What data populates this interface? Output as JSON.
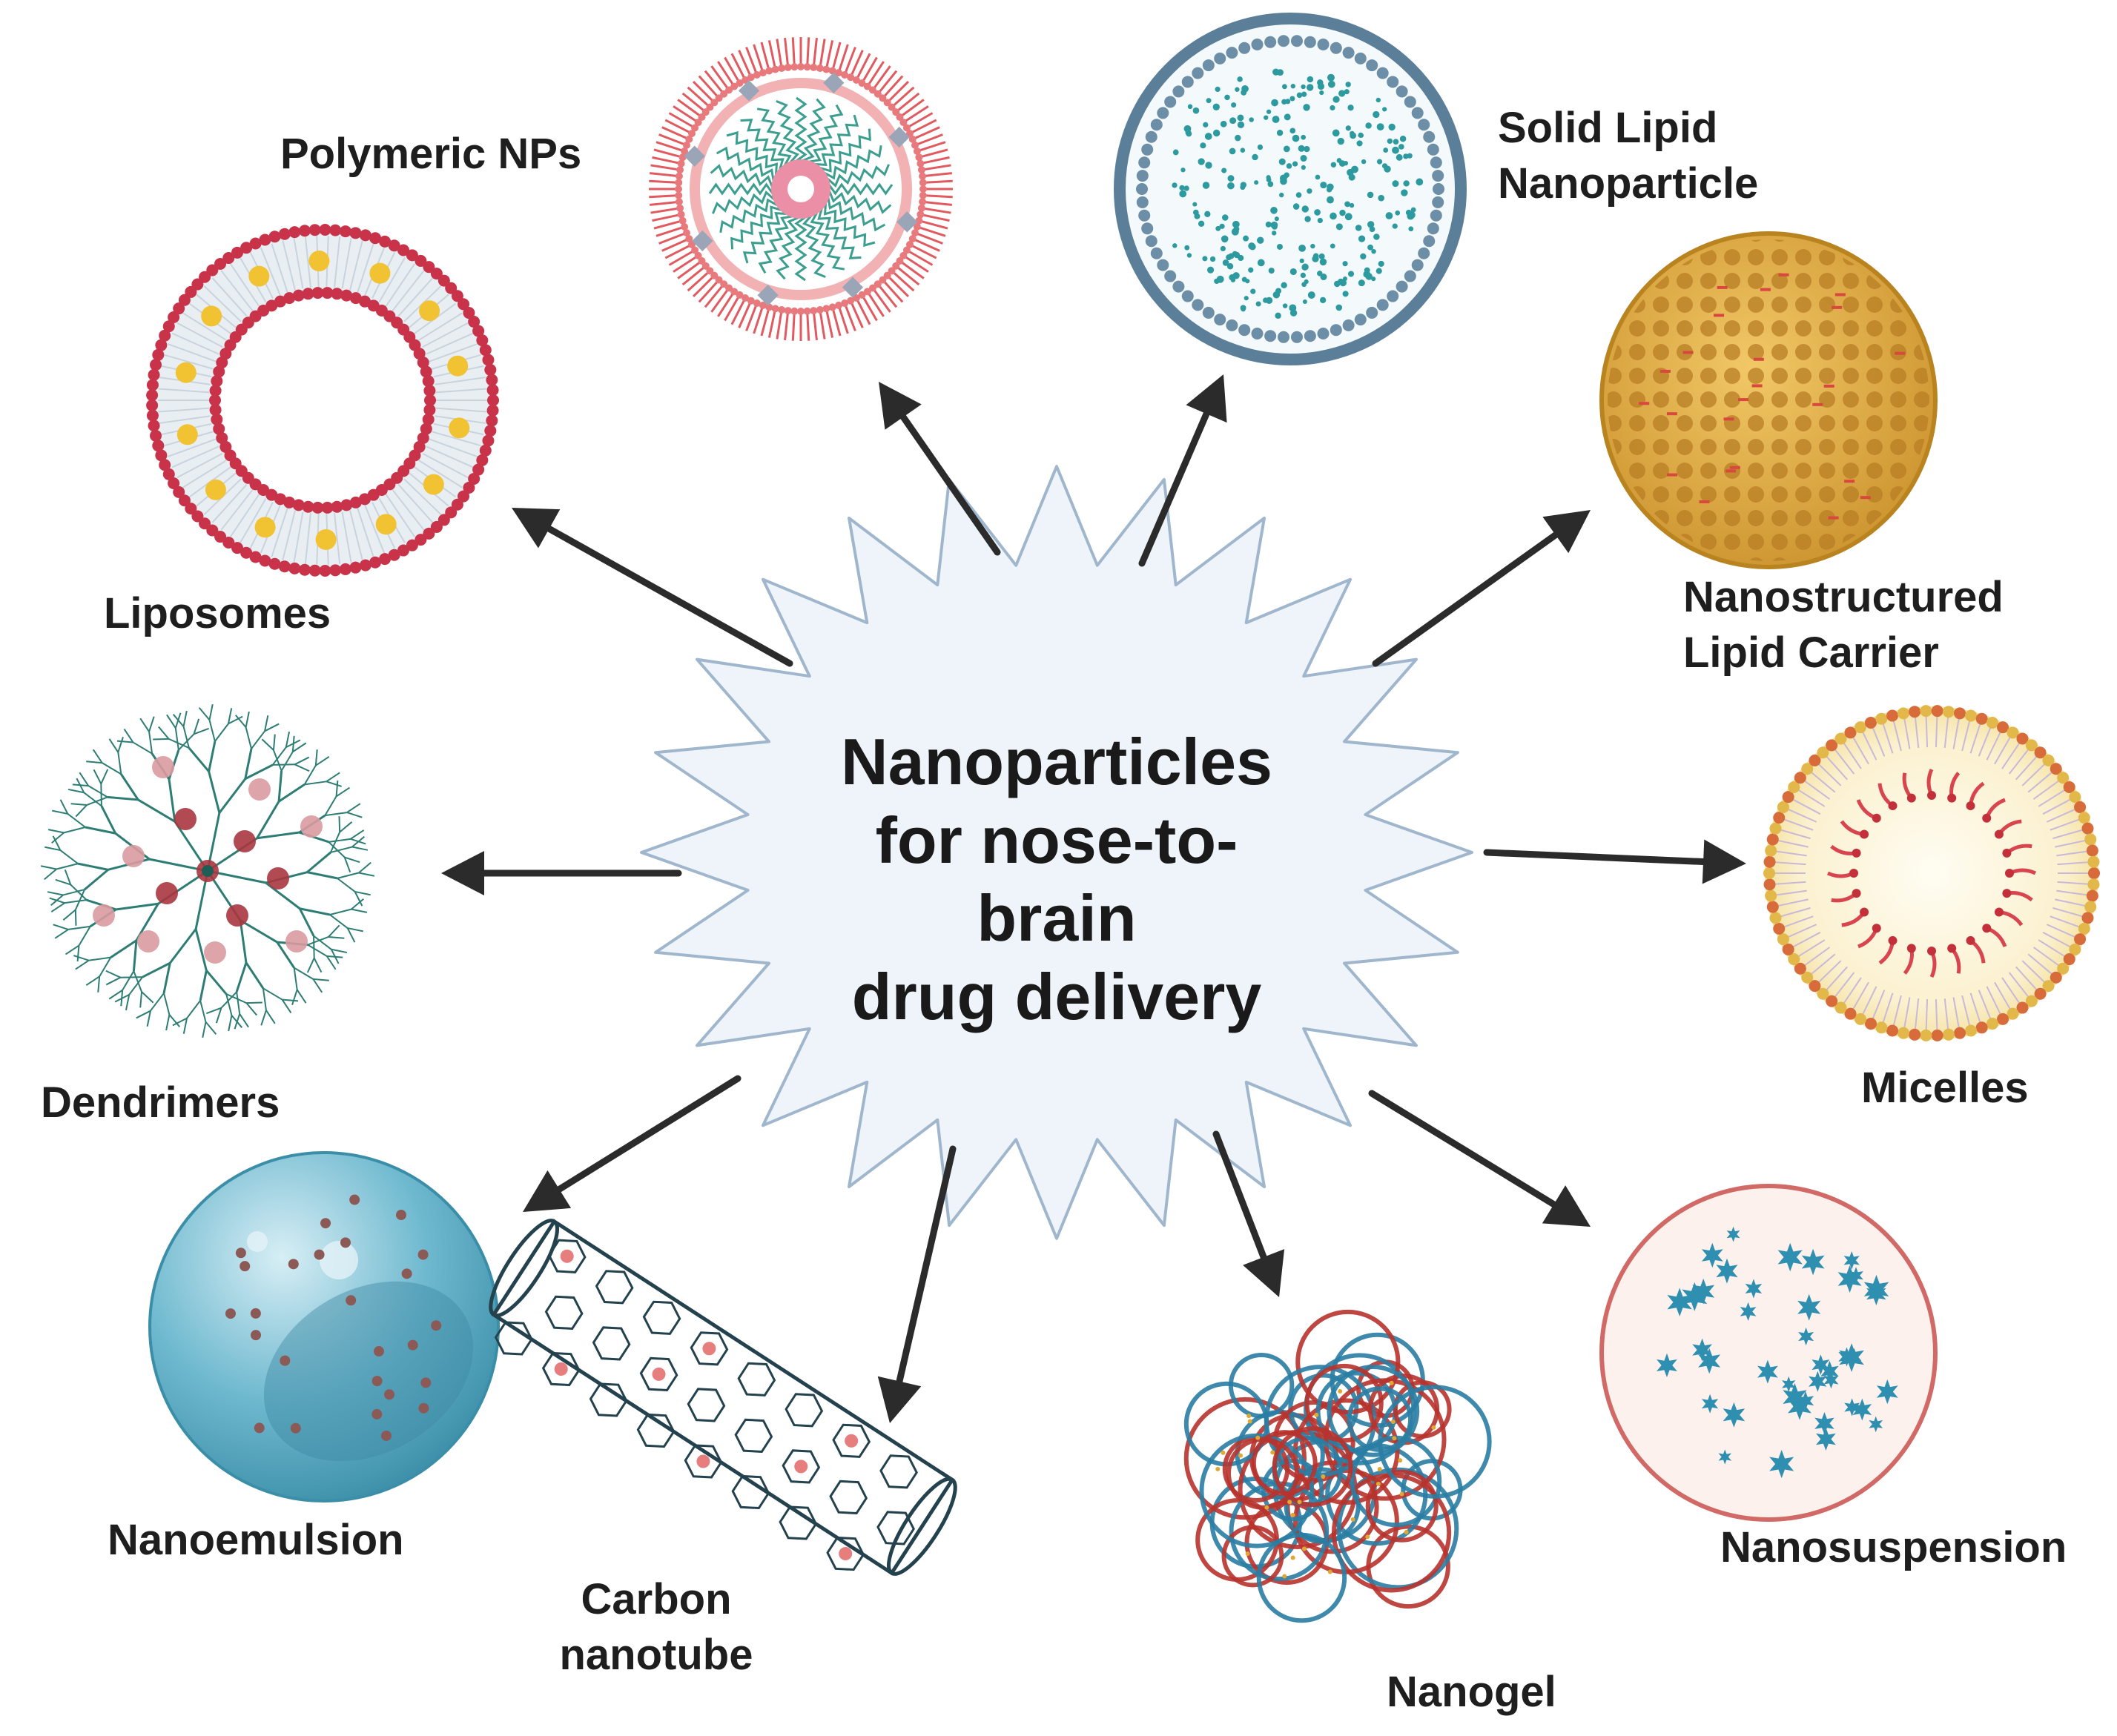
{
  "center": {
    "lines": [
      "Nanoparticles",
      "for nose-to-brain",
      "drug delivery"
    ]
  },
  "labels": {
    "polymeric": "Polymeric NPs",
    "sln": [
      "Solid Lipid",
      "Nanoparticle"
    ],
    "liposomes": "Liposomes",
    "nlc": [
      "Nanostructured",
      "Lipid Carrier"
    ],
    "dendrimers": "Dendrimers",
    "micelles": "Micelles",
    "nanoemulsion": "Nanoemulsion",
    "nanosuspension": "Nanosuspension",
    "cnt": [
      "Carbon",
      "nanotube"
    ],
    "nanogel": "Nanogel"
  },
  "colors": {
    "arrow": "#2b2b2b",
    "starFill": "#eef4fa",
    "starStroke": "#9fb6cc",
    "liposome": "#c8334a",
    "lipid_yellow": "#f1c232",
    "sln": "#5b7f99",
    "sln_dots": "#2d9aa0",
    "nlc": "#d9a23a",
    "dendrimer": "#2e7d74",
    "micelle": "#e2b84a",
    "emulsion": "#6fb9cf",
    "cnt": "#24424e",
    "nanogel_red": "#b7332e",
    "nanogel_blue": "#2a7da3",
    "suspension_ring": "#d16a66",
    "suspension_star": "#2f8fb0"
  }
}
